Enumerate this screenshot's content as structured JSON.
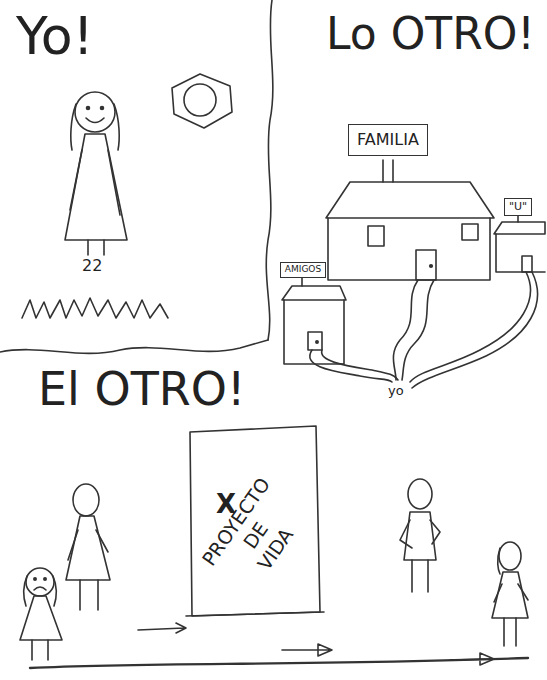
{
  "diagram": {
    "nodes": [
      {
        "text": [
          "FAMILIA"
        ]
      },
      {
        "text": [
          "\"U\""
        ]
      },
      {
        "text": [
          "AMIGOS"
        ]
      },
      {
        "text": [
          "X",
          "PROYECTO DE VIDA"
        ]
      }
    ],
    "labels": [
      "Yo!",
      "Lo OTRO!",
      "22",
      "yo",
      "El OTRO!"
    ]
  }
}
